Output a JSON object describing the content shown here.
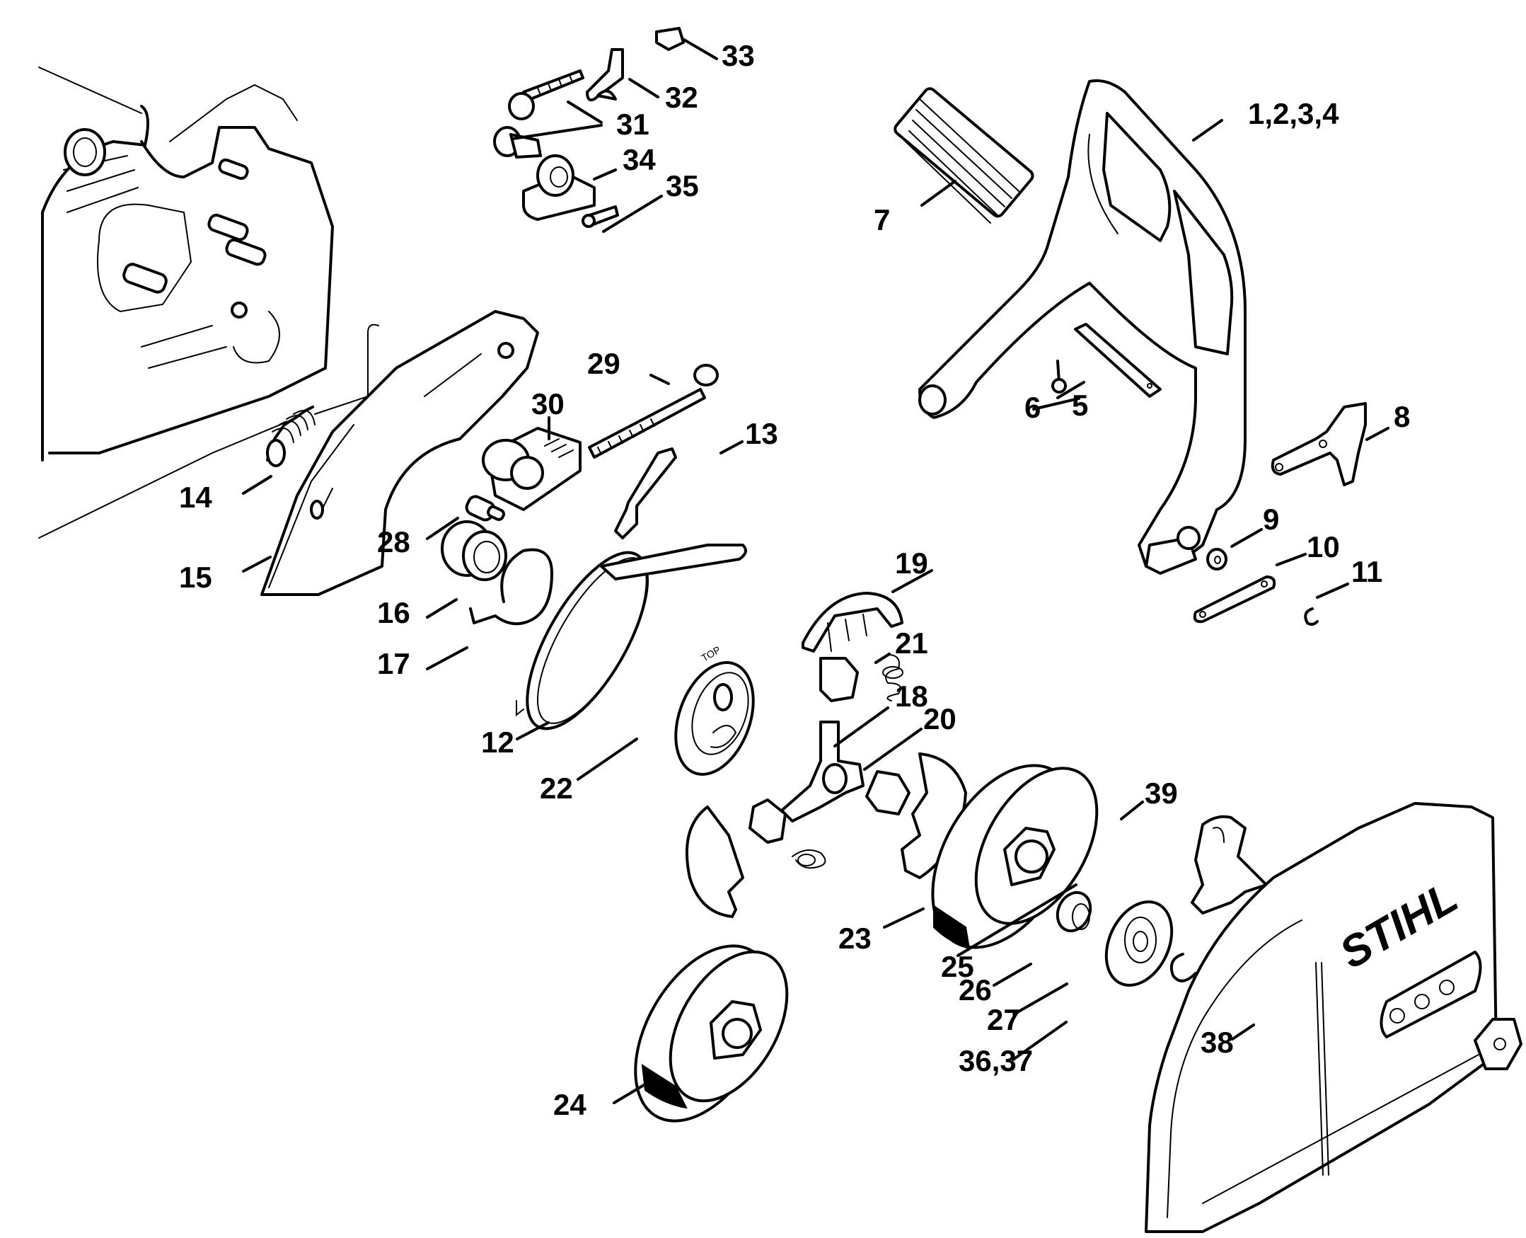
{
  "diagram": {
    "title": "Chain brake, clutch drum and sprocket cover exploded view",
    "brand_mark": "STIHL",
    "top_mark": "TOP",
    "accent_color": "#000000",
    "background_color": "#ffffff"
  },
  "callouts": [
    {
      "id": "c1234",
      "text": "1,2,3,4",
      "part": "hand guard"
    },
    {
      "id": "c5",
      "text": "5",
      "part": "plate"
    },
    {
      "id": "c6",
      "text": "6",
      "part": "screw"
    },
    {
      "id": "c7",
      "text": "7",
      "part": "hand guard pad"
    },
    {
      "id": "c8",
      "text": "8",
      "part": "bell crank"
    },
    {
      "id": "c9",
      "text": "9",
      "part": "washer"
    },
    {
      "id": "c10",
      "text": "10",
      "part": "link"
    },
    {
      "id": "c11",
      "text": "11",
      "part": "e-clip"
    },
    {
      "id": "c12",
      "text": "12",
      "part": "brake band"
    },
    {
      "id": "c13",
      "text": "13",
      "part": "lever"
    },
    {
      "id": "c14",
      "text": "14",
      "part": "tension spring"
    },
    {
      "id": "c15",
      "text": "15",
      "part": "brake cover plate"
    },
    {
      "id": "c16",
      "text": "16",
      "part": "roller"
    },
    {
      "id": "c17",
      "text": "17",
      "part": "wire spring"
    },
    {
      "id": "c18",
      "text": "18",
      "part": "clutch carrier"
    },
    {
      "id": "c19",
      "text": "19",
      "part": "clutch shoe"
    },
    {
      "id": "c20",
      "text": "20",
      "part": "shoe guide"
    },
    {
      "id": "c21",
      "text": "21",
      "part": "clutch spring"
    },
    {
      "id": "c22",
      "text": "22",
      "part": "cover washer"
    },
    {
      "id": "c23",
      "text": "23",
      "part": "clutch drum (spur sprocket)"
    },
    {
      "id": "c24",
      "text": "24",
      "part": "clutch drum (alternative)"
    },
    {
      "id": "c25",
      "text": "25",
      "part": "needle cage"
    },
    {
      "id": "c26",
      "text": "26",
      "part": "washer"
    },
    {
      "id": "c27",
      "text": "27",
      "part": "e-clip"
    },
    {
      "id": "c28",
      "text": "28",
      "part": "adjusting nut"
    },
    {
      "id": "c29",
      "text": "29",
      "part": "tensioner screw"
    },
    {
      "id": "c30",
      "text": "30",
      "part": "tensioner slide"
    },
    {
      "id": "c31",
      "text": "31",
      "part": "adjuster gears"
    },
    {
      "id": "c32",
      "text": "32",
      "part": "tension bracket"
    },
    {
      "id": "c33",
      "text": "33",
      "part": "clip"
    },
    {
      "id": "c34",
      "text": "34",
      "part": "tensioner housing"
    },
    {
      "id": "c35",
      "text": "35",
      "part": "screw"
    },
    {
      "id": "c36",
      "text": "36,37",
      "part": "sprocket cover"
    },
    {
      "id": "c38",
      "text": "38",
      "part": "collar nut"
    },
    {
      "id": "c39",
      "text": "39",
      "part": "chain catcher"
    }
  ]
}
